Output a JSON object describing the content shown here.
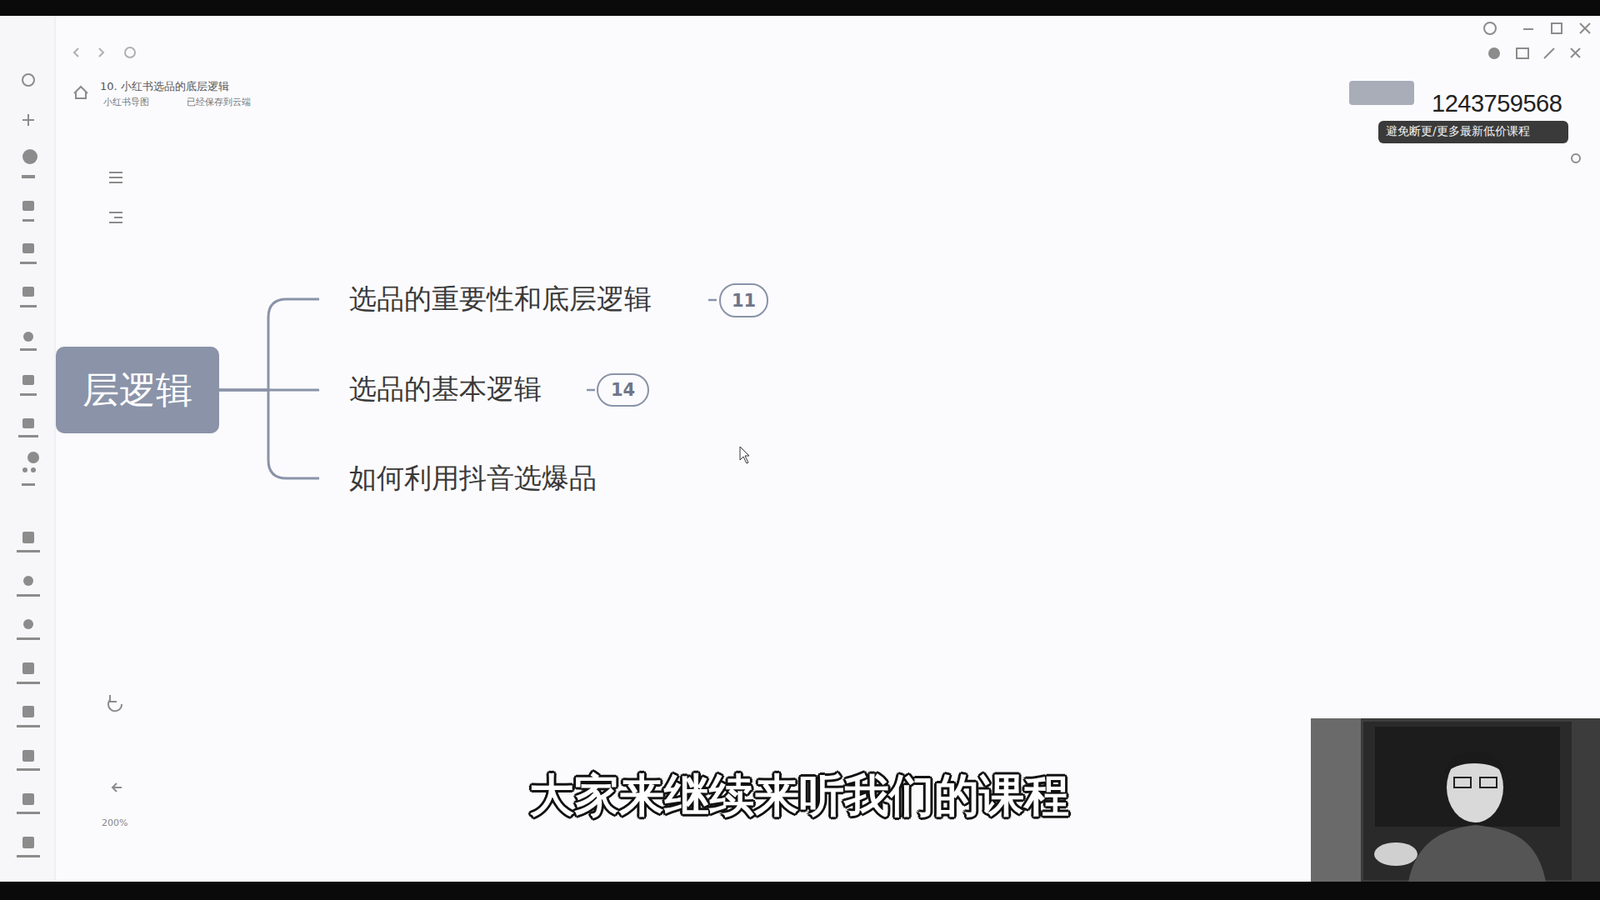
{
  "diagram": {
    "nodes": [
      {
        "text": [
          "层逻辑"
        ]
      },
      {
        "text": [
          "选品的重要性和底层逻辑"
        ]
      },
      {
        "text": [
          "选品的基本逻辑"
        ]
      },
      {
        "text": [
          "如何利用抖音选爆品"
        ]
      }
    ],
    "edges": [
      {
        "from": 0,
        "to": 1,
        "arrow": "none"
      },
      {
        "from": 0,
        "to": 2,
        "arrow": "none"
      },
      {
        "from": 0,
        "to": 3,
        "arrow": "none"
      }
    ],
    "labels": [
      "10. 小红书选品的底层逻辑",
      "小红书导图",
      "已经保存到云端",
      "11",
      "14",
      "1243759568",
      "避免断更/更多最新低价课程",
      "200%",
      "大家来继续来听我们的课程"
    ]
  }
}
